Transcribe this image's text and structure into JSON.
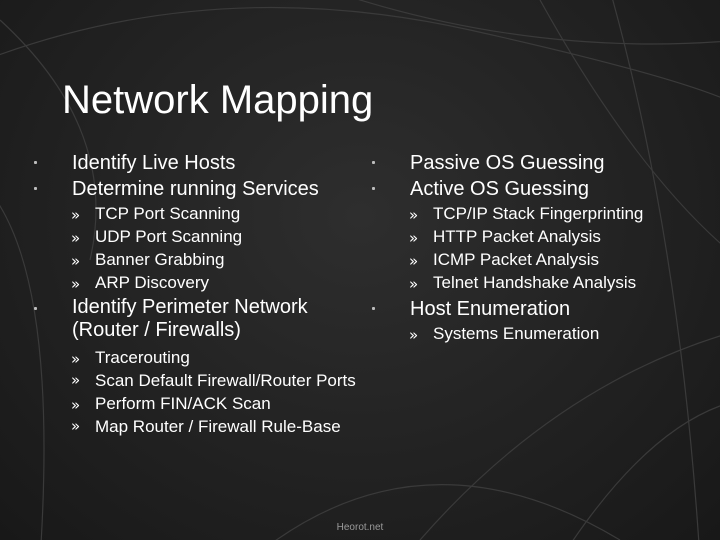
{
  "slide": {
    "title": "Network Mapping",
    "left_column": {
      "item1": "Identify Live Hosts",
      "item2": "Determine running Services",
      "item2_subs": [
        "TCP Port Scanning",
        "UDP Port Scanning",
        "Banner Grabbing",
        "ARP Discovery"
      ],
      "item3": "Identify Perimeter Network (Router / Firewalls)",
      "item3_subs": [
        "Tracerouting",
        "Scan Default Firewall/Router Ports",
        "Perform FIN/ACK Scan",
        "Map Router / Firewall Rule-Base"
      ]
    },
    "right_column": {
      "item1": "Passive OS Guessing",
      "item2": "Active OS Guessing",
      "item2_subs": [
        "TCP/IP Stack Fingerprinting",
        "HTTP Packet Analysis",
        "ICMP Packet Analysis",
        "Telnet Handshake Analysis"
      ],
      "item3": "Host Enumeration",
      "item3_subs": [
        "Systems Enumeration"
      ]
    },
    "footer": "Heorot.net"
  }
}
